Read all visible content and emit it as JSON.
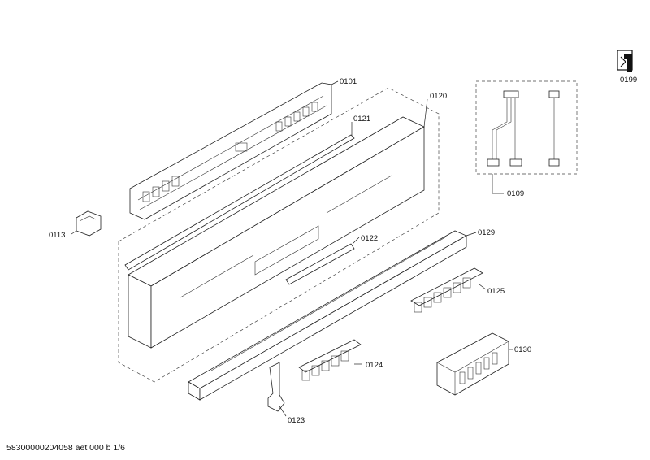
{
  "parts": [
    {
      "id": "0101",
      "label": "0101"
    },
    {
      "id": "0120",
      "label": "0120"
    },
    {
      "id": "0121",
      "label": "0121"
    },
    {
      "id": "0113",
      "label": "0113"
    },
    {
      "id": "0122",
      "label": "0122"
    },
    {
      "id": "0129",
      "label": "0129"
    },
    {
      "id": "0125",
      "label": "0125"
    },
    {
      "id": "0124",
      "label": "0124"
    },
    {
      "id": "0130",
      "label": "0130"
    },
    {
      "id": "0123",
      "label": "0123"
    },
    {
      "id": "0109",
      "label": "0109"
    },
    {
      "id": "0199",
      "label": "0199"
    }
  ],
  "footer": {
    "document_id": "58300000204058 aet 000 b 1/6"
  },
  "icons": {
    "service": "wrench-screen-icon"
  }
}
